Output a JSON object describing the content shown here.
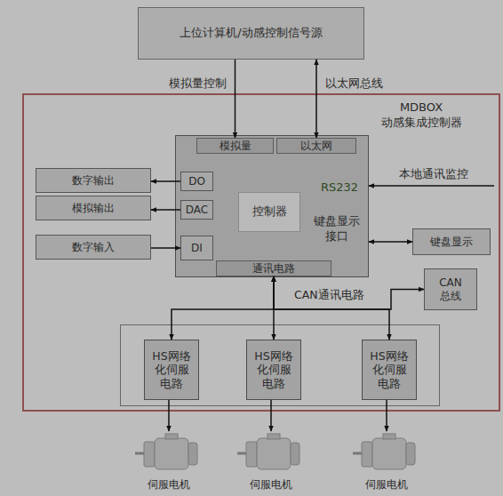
{
  "diagram": {
    "nodes": [
      {
        "text": [
          "上位计算机/动感控制信号源"
        ]
      },
      {
        "text": [
          "MDBOX 动感集成控制器"
        ]
      },
      {
        "text": [
          "RS232",
          "键盘显示 接口"
        ],
        "in": 1
      },
      {
        "text": [
          "模拟量"
        ],
        "in": 2
      },
      {
        "text": [
          "以太网"
        ],
        "in": 2
      },
      {
        "text": [
          "DO"
        ],
        "in": 2
      },
      {
        "text": [
          "DAC"
        ],
        "in": 2
      },
      {
        "text": [
          "DI"
        ],
        "in": 2
      },
      {
        "text": [
          "控制器"
        ],
        "in": 2
      },
      {
        "text": [
          "通讯电路"
        ],
        "in": 2
      },
      {
        "text": [
          "数字输出"
        ],
        "in": 1
      },
      {
        "text": [
          "模拟输出"
        ],
        "in": 1
      },
      {
        "text": [
          "数字输入"
        ],
        "in": 1
      },
      {
        "text": [
          "键盘显示"
        ],
        "in": 1
      },
      {
        "text": [
          "CAN 总线"
        ],
        "in": 1
      },
      {
        "text": [
          "HS网络 化伺服 电路"
        ],
        "in": 1
      },
      {
        "text": [
          "HS网络 化伺服 电路"
        ],
        "in": 1
      },
      {
        "text": [
          "HS网络 化伺服 电路"
        ],
        "in": 1
      },
      {
        "text": [
          "伺服电机"
        ]
      },
      {
        "text": [
          "伺服电机"
        ]
      },
      {
        "text": [
          "伺服电机"
        ]
      }
    ],
    "edges": [
      {
        "from": 0,
        "to": 3,
        "label": "模拟量控制",
        "arrow": "to"
      },
      {
        "from": 0,
        "to": 4,
        "label": "以太网总线",
        "arrow": "both"
      },
      {
        "from": 5,
        "to": 10,
        "arrow": "to"
      },
      {
        "from": 6,
        "to": 11,
        "arrow": "to"
      },
      {
        "from": 12,
        "to": 7,
        "arrow": "to"
      },
      {
        "from": 2,
        "to": 13,
        "arrow": "both"
      },
      {
        "from": 9,
        "to": 15,
        "arrow": "both"
      },
      {
        "from": 9,
        "to": 16,
        "arrow": "both"
      },
      {
        "from": 9,
        "to": 17,
        "arrow": "both"
      },
      {
        "from": 9,
        "to": 14,
        "arrow": "both"
      },
      {
        "from": 15,
        "to": 18,
        "arrow": "to"
      },
      {
        "from": 16,
        "to": 19,
        "arrow": "to"
      },
      {
        "from": 17,
        "to": 20,
        "arrow": "to"
      }
    ],
    "labels": [
      "本地通讯监控",
      "CAN通讯电路"
    ]
  }
}
